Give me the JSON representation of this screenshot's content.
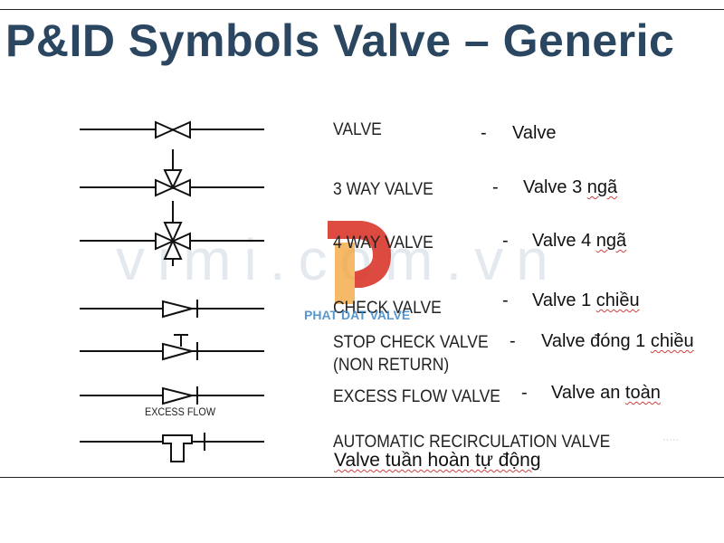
{
  "title": "P&ID Symbols Valve – Generic",
  "watermark": "vimi.com.vn",
  "logo_text": "PHAT DAT VALVE",
  "corner_mark": "·····",
  "rows": [
    {
      "symbol": "gate-valve-icon",
      "name_en": "VALVE",
      "dash": "-",
      "name_vi": "Valve",
      "vi_squig": ""
    },
    {
      "symbol": "three-way-valve-icon",
      "name_en": "3 WAY VALVE",
      "dash": "-",
      "name_vi": "Valve 3 ",
      "vi_squig": "ngã"
    },
    {
      "symbol": "four-way-valve-icon",
      "name_en": "4 WAY VALVE",
      "dash": "-",
      "name_vi": "Valve 4 ",
      "vi_squig": "ngã"
    },
    {
      "symbol": "check-valve-icon",
      "name_en": "CHECK VALVE",
      "dash": "-",
      "name_vi": "Valve 1 ",
      "vi_squig": "chiều"
    },
    {
      "symbol": "stop-check-valve-icon",
      "name_en": "STOP CHECK VALVE",
      "name_en_2": "(NON RETURN)",
      "dash": "-",
      "name_vi": "Valve đóng 1 ",
      "vi_squig": "chiều"
    },
    {
      "symbol": "excess-flow-valve-icon",
      "name_en": "EXCESS FLOW VALVE",
      "symbol_caption": "EXCESS FLOW",
      "dash": "-",
      "name_vi": "Valve an ",
      "vi_squig": "toàn"
    },
    {
      "symbol": "automatic-recirculation-valve-icon",
      "name_en": "AUTOMATIC RECIRCULATION VALVE",
      "dash": "",
      "name_vi": "Valve tuần hoàn tự động",
      "vi_squig": ""
    }
  ],
  "colors": {
    "title": "#2b4660",
    "logo_red": "#d9372c",
    "logo_orange": "#f2a33a",
    "logo_blue": "#3d86c6"
  }
}
